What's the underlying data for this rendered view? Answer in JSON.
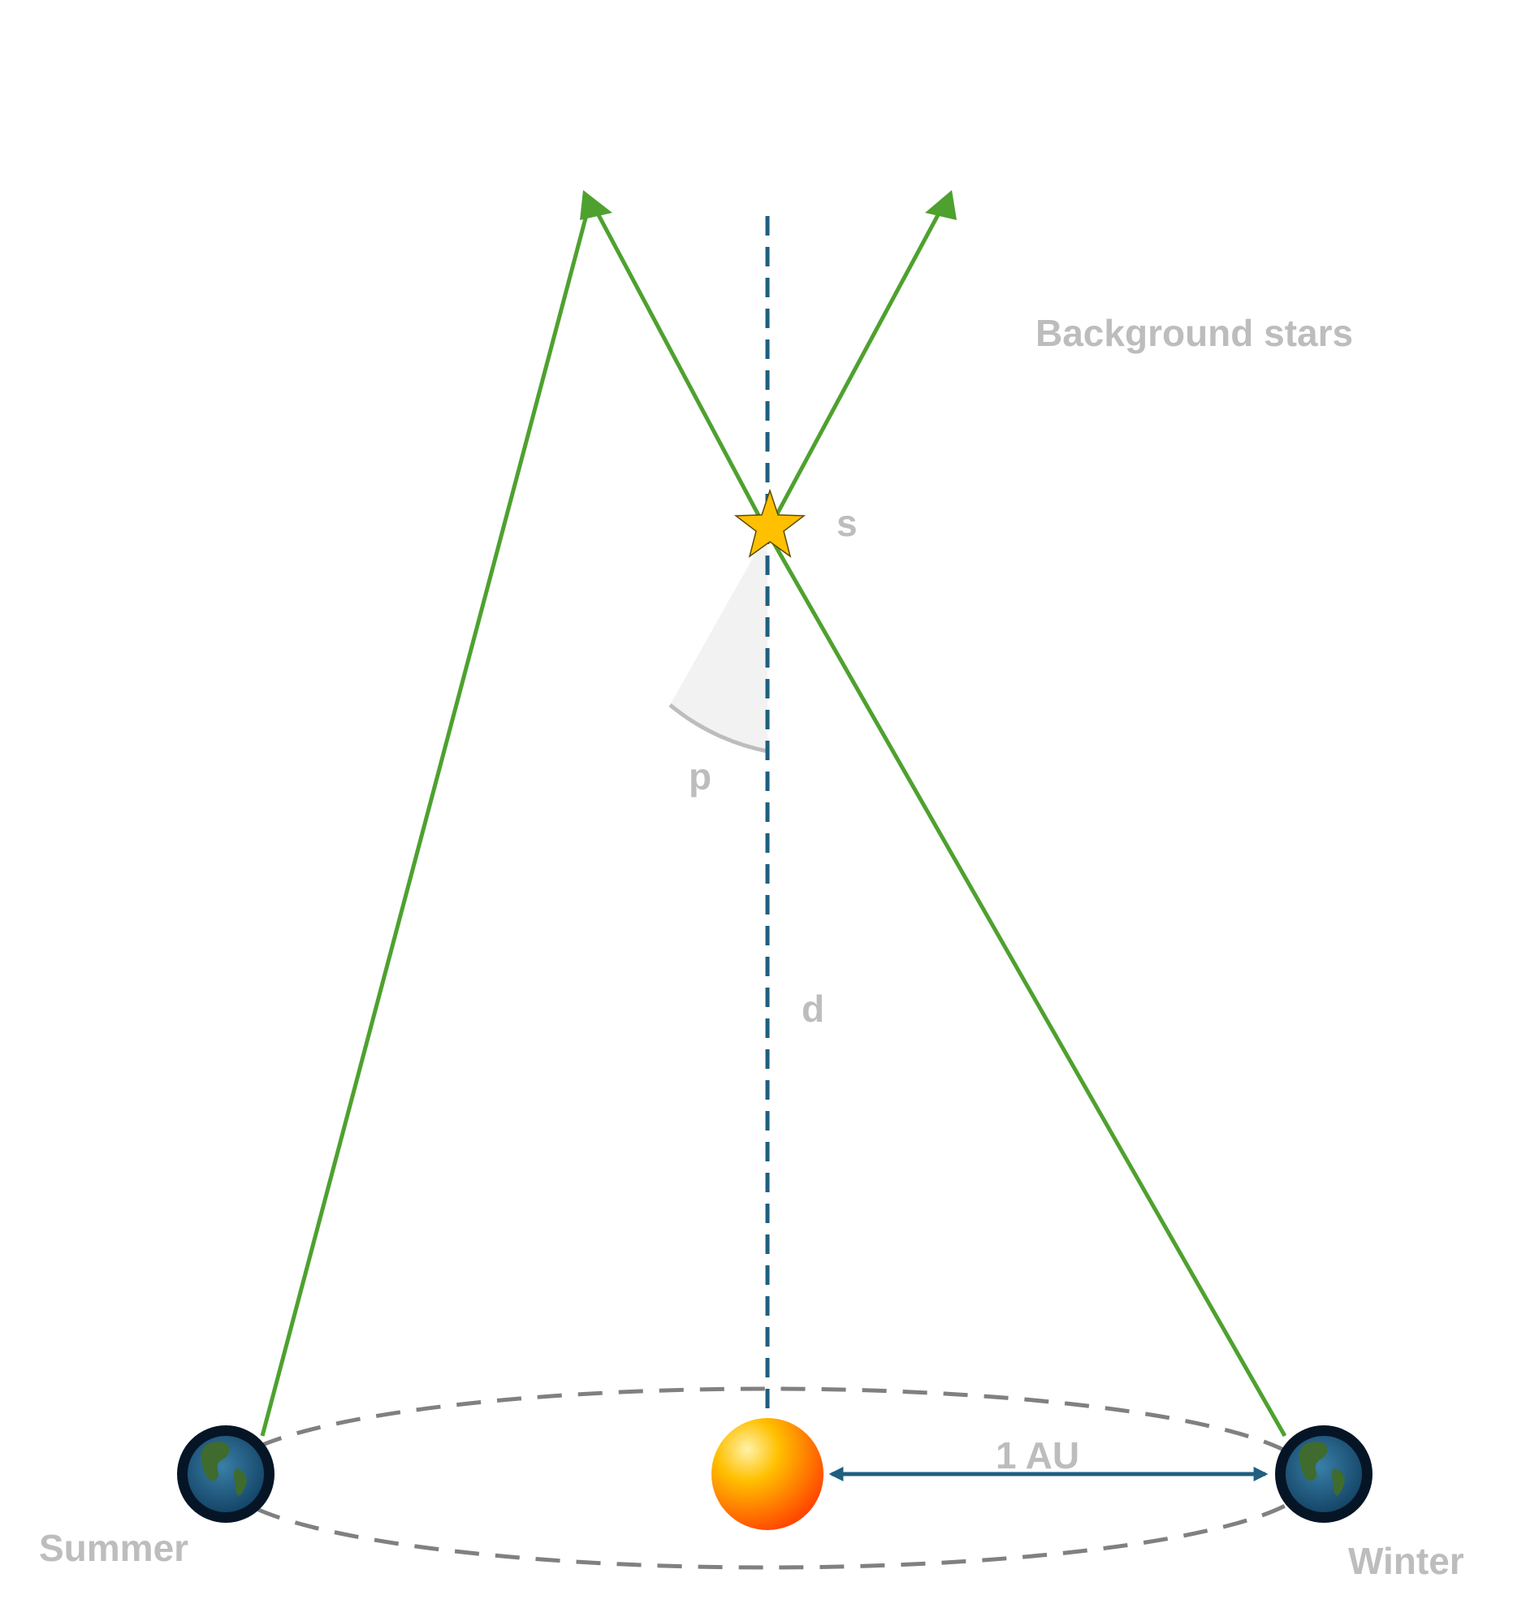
{
  "labels": {
    "background_stars": "Background stars",
    "star": "s",
    "parallax_angle": "p",
    "distance": "d",
    "astronomical_unit": "1 AU",
    "summer": "Summer",
    "winter": "Winter"
  },
  "colors": {
    "sight_lines": "#4ea12f",
    "distance_line": "#1f5f7f",
    "orbit": "#808080",
    "label_text": "#bdbdbd",
    "star_fill": "#ffc000",
    "angle_fill": "#f2f2f2",
    "earth_ring": "#061526",
    "earth_ocean": "#1f5f8a",
    "earth_land": "#3f6b2e",
    "sun_inner": "#ffd54a",
    "sun_outer": "#ff3d00"
  }
}
